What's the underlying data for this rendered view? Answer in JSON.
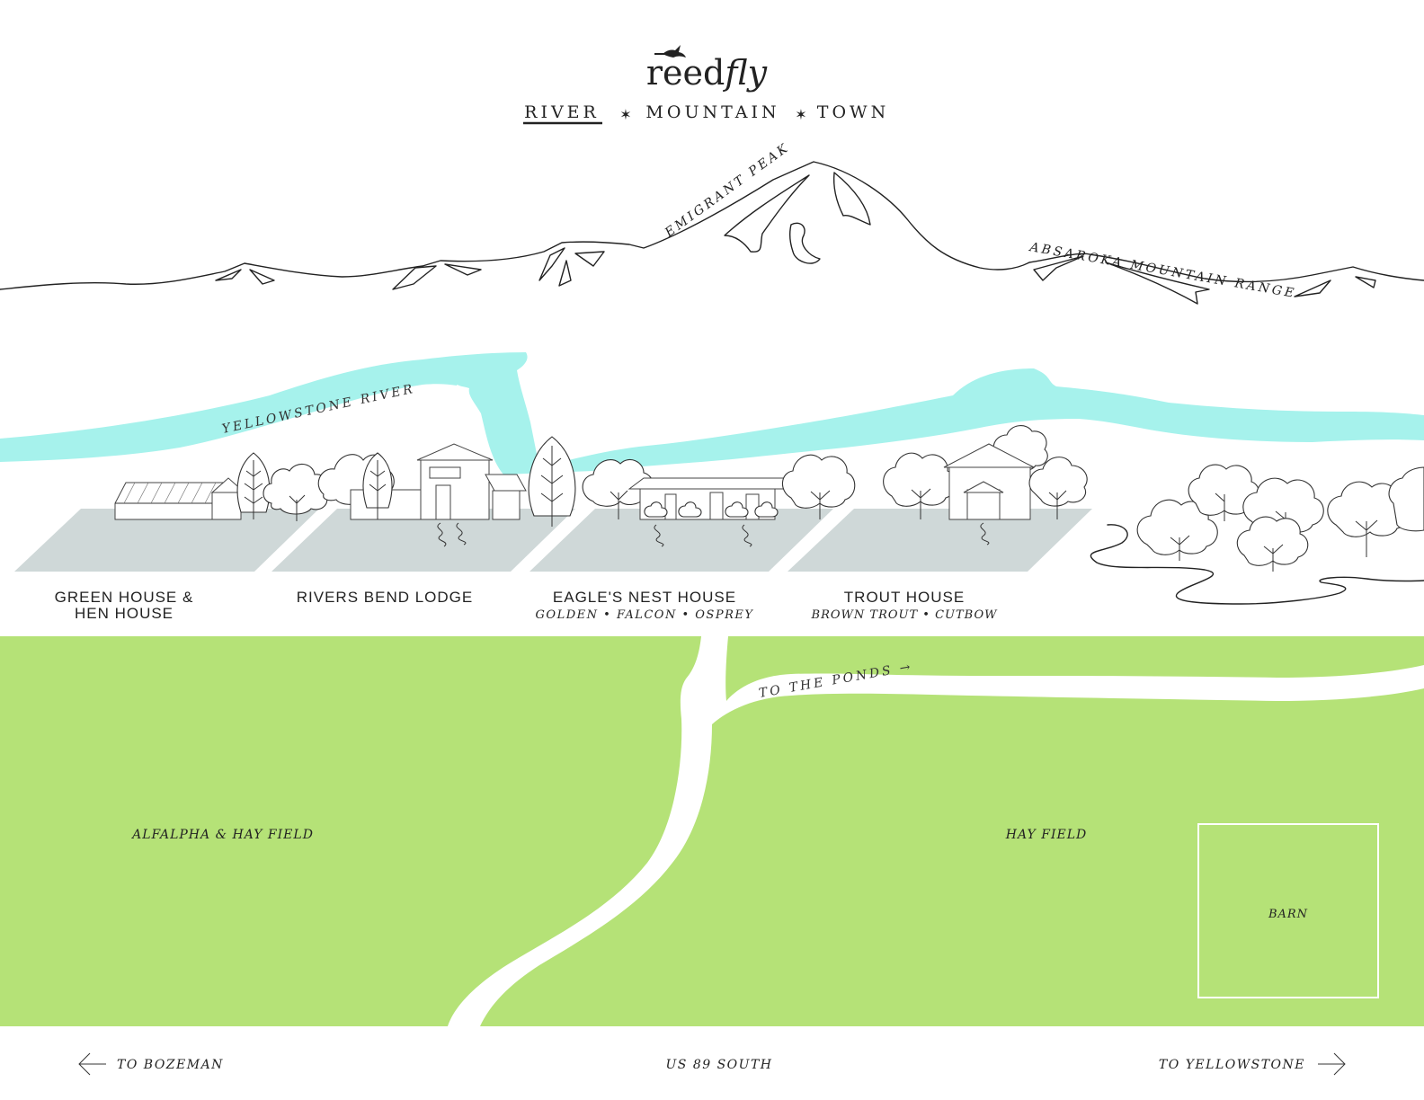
{
  "header": {
    "logo_word_left": "reed",
    "logo_word_right": "fly",
    "nav": [
      "RIVER",
      "MOUNTAIN",
      "TOWN"
    ],
    "nav_separator": "✶",
    "nav_active": "RIVER"
  },
  "mountains": {
    "peak_label": "EMIGRANT PEAK",
    "range_label": "ABSAROKA MOUNTAIN RANGE"
  },
  "river": {
    "label": "YELLOWSTONE RIVER",
    "color": "#a6f2ec"
  },
  "properties": [
    {
      "name_line1": "GREEN HOUSE &",
      "name_line2": "HEN HOUSE",
      "sub": ""
    },
    {
      "name_line1": "RIVERS BEND LODGE",
      "name_line2": "",
      "sub": ""
    },
    {
      "name_line1": "EAGLE'S NEST HOUSE",
      "name_line2": "",
      "sub": "GOLDEN • FALCON • OSPREY"
    },
    {
      "name_line1": "TROUT HOUSE",
      "name_line2": "",
      "sub": "BROWN TROUT • CUTBOW"
    }
  ],
  "fields": {
    "left": "ALFALPHA & HAY FIELD",
    "right": "HAY FIELD",
    "barn": "BARN",
    "road_label": "TO THE PONDS →",
    "color": "#b5e277"
  },
  "footer": {
    "left": "TO BOZEMAN",
    "center": "US 89 SOUTH",
    "right": "TO YELLOWSTONE"
  },
  "colors": {
    "lot": "#cfd8d8",
    "ink": "#222222"
  }
}
